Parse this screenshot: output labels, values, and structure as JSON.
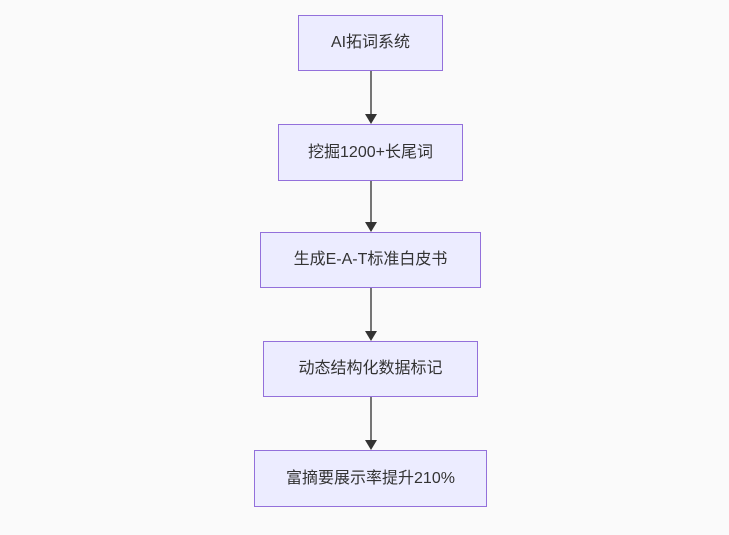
{
  "diagram": {
    "type": "flowchart-top-down",
    "nodes": [
      {
        "id": "node-1",
        "label": "AI拓词系统"
      },
      {
        "id": "node-2",
        "label": "挖掘1200+长尾词"
      },
      {
        "id": "node-3",
        "label": "生成E-A-T标准白皮书"
      },
      {
        "id": "node-4",
        "label": "动态结构化数据标记"
      },
      {
        "id": "node-5",
        "label": "富摘要展示率提升210%"
      }
    ],
    "edges": [
      {
        "from": "node-1",
        "to": "node-2",
        "style": "arrow-down"
      },
      {
        "from": "node-2",
        "to": "node-3",
        "style": "arrow-down"
      },
      {
        "from": "node-3",
        "to": "node-4",
        "style": "arrow-down"
      },
      {
        "from": "node-4",
        "to": "node-5",
        "style": "arrow-down"
      }
    ],
    "colors": {
      "node_fill": "#ECECFF",
      "node_border": "#9370DB",
      "edge_line": "#757575",
      "arrowhead": "#333333",
      "text": "#333333",
      "background": "#FAFAFA"
    }
  }
}
